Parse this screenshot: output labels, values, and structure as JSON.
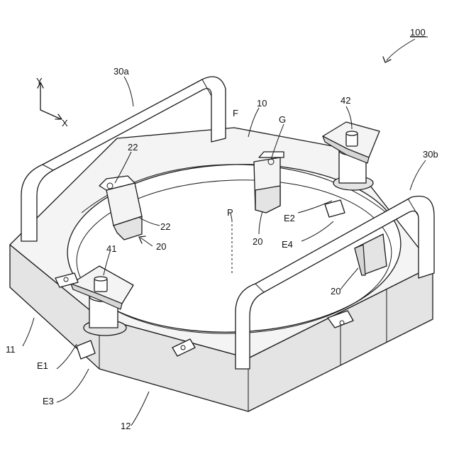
{
  "figure": {
    "ref_main": "100",
    "labels": {
      "l30a": "30a",
      "l30b": "30b",
      "l10": "10",
      "lF": "F",
      "lG": "G",
      "l42": "42",
      "l22a": "22",
      "l22b": "22",
      "l20a": "20",
      "l20b": "20",
      "l20c": "20",
      "lP": "P",
      "lE2": "E2",
      "lE4": "E4",
      "l41": "41",
      "l11": "11",
      "lE1": "E1",
      "lE3": "E3",
      "l12": "12"
    },
    "axes": {
      "y": "Y",
      "x": "X"
    }
  }
}
